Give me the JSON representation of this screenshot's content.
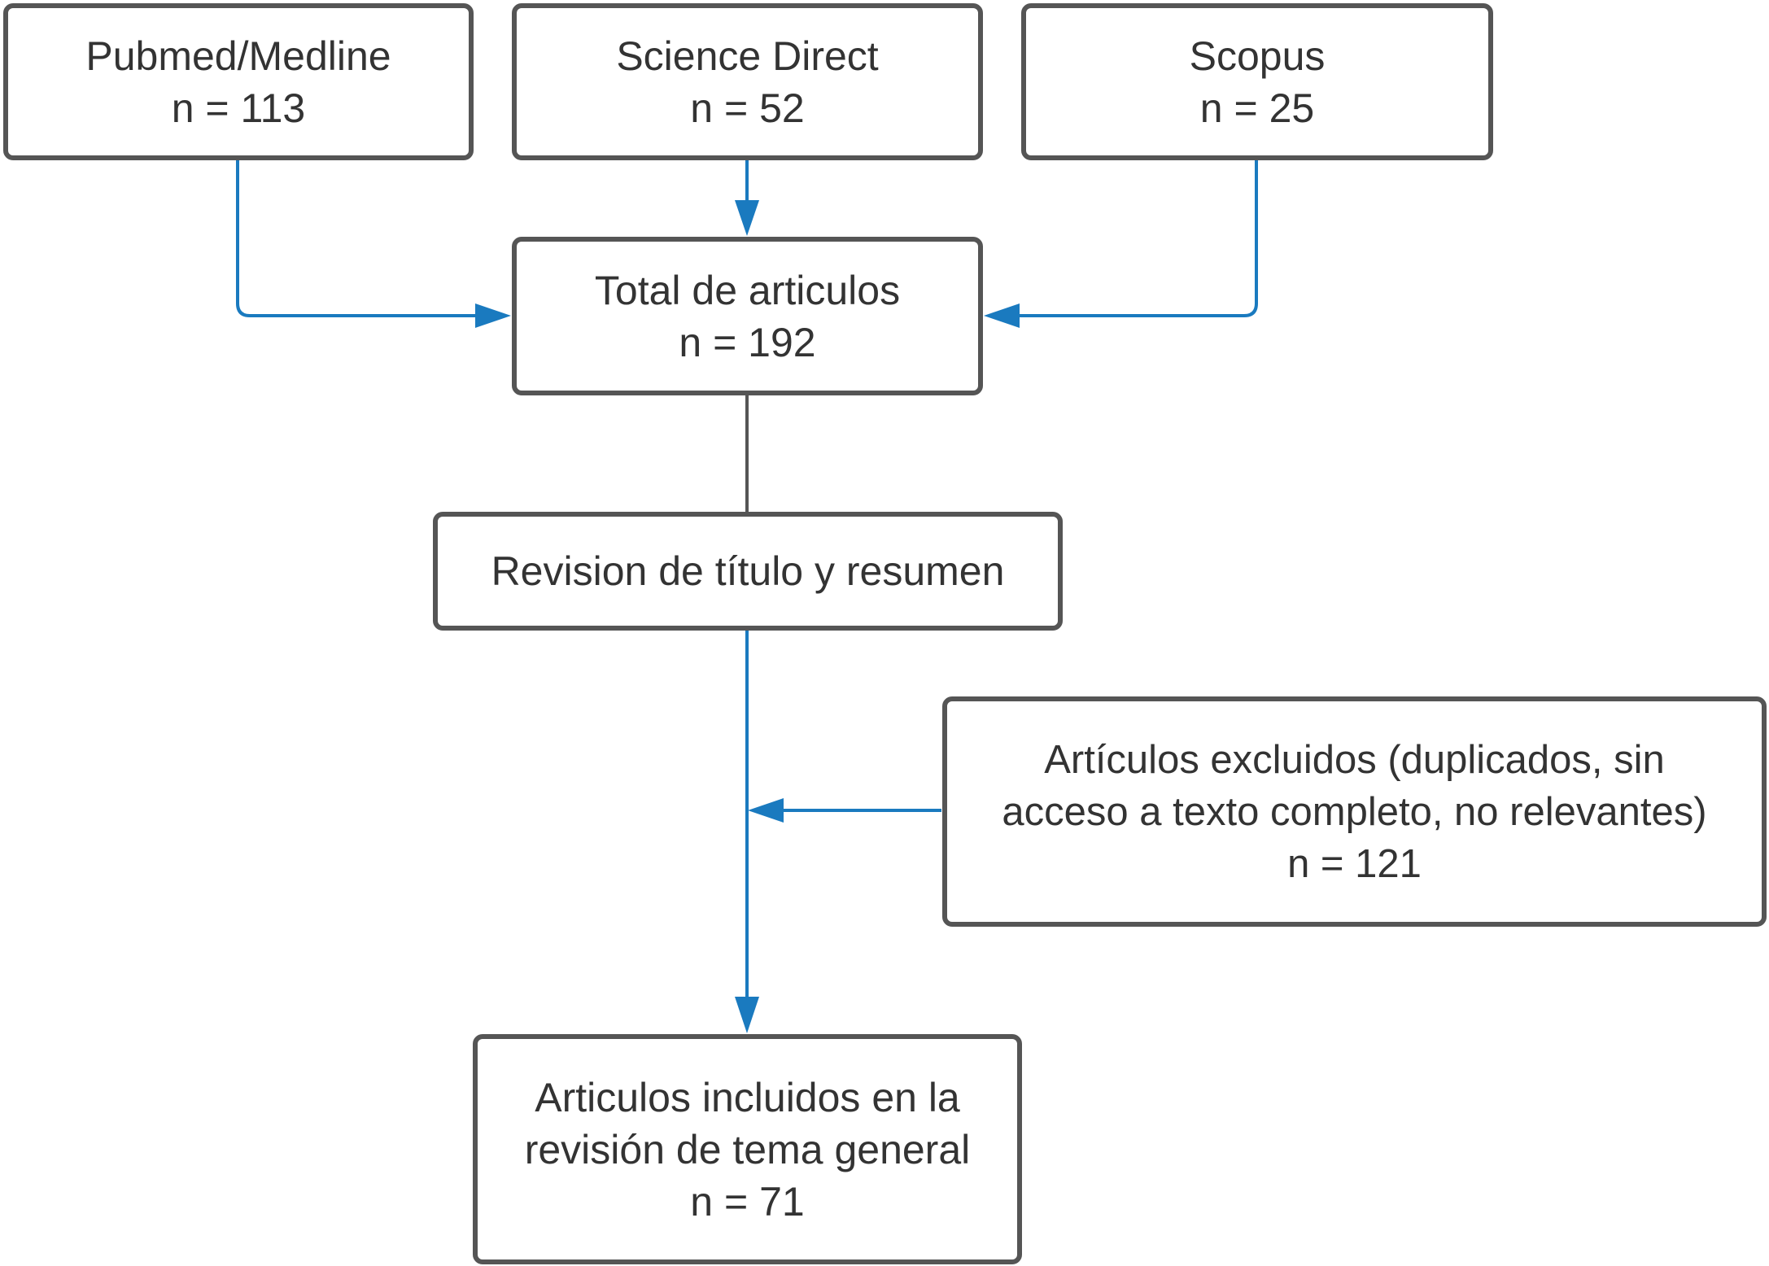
{
  "colors": {
    "box_border": "#555555",
    "text": "#333333",
    "arrow": "#1a7abf",
    "connector": "#555555"
  },
  "nodes": {
    "pubmed": {
      "title": "Pubmed/Medline",
      "count": "n = 113"
    },
    "science": {
      "title": "Science Direct",
      "count": "n = 52"
    },
    "scopus": {
      "title": "Scopus",
      "count": "n = 25"
    },
    "total": {
      "title": "Total de articulos",
      "count": "n = 192"
    },
    "revision": {
      "title": "Revision de título  y resumen"
    },
    "excluded": {
      "line1": "Artículos excluidos (duplicados, sin",
      "line2": "acceso a texto completo, no relevantes)",
      "count": "n = 121"
    },
    "included": {
      "line1": "Articulos incluidos en la",
      "line2": "revisión  de tema general",
      "count": "n = 71"
    }
  }
}
